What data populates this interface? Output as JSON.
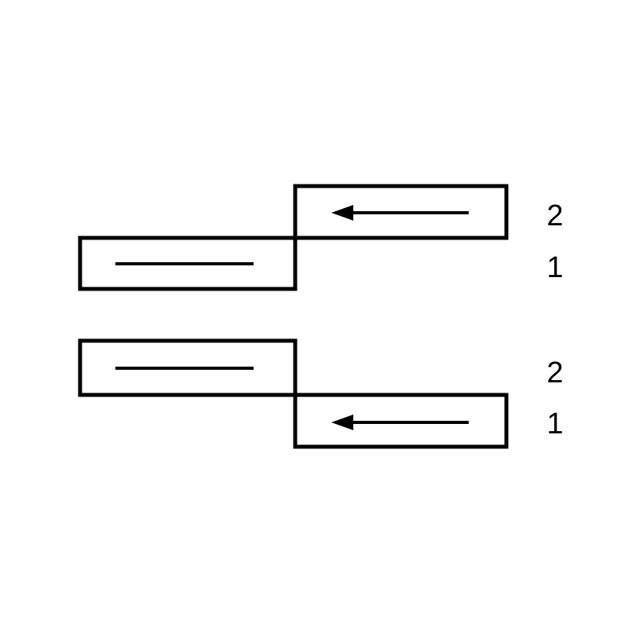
{
  "diagram": {
    "top_group": {
      "upper_label": "2",
      "lower_label": "1"
    },
    "bottom_group": {
      "upper_label": "2",
      "lower_label": "1"
    },
    "colors": {
      "stroke": "#000000",
      "background": "#ffffff"
    }
  }
}
